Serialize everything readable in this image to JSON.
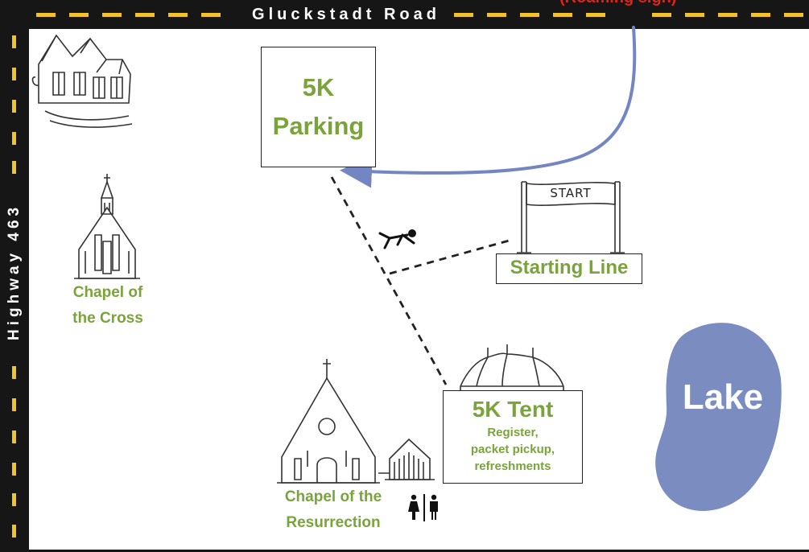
{
  "roads": {
    "top_name": "Gluckstadt Road",
    "left_name": "Highway 463",
    "note": "(Roaming sign)"
  },
  "locations": {
    "parking": "5K\nParking",
    "starting_line": "Starting Line",
    "start_banner": "START",
    "tent_title": "5K Tent",
    "tent_details": "Register,\npacket pickup,\nrefreshments",
    "chapel_cross": "Chapel of\nthe Cross",
    "chapel_resurrection": "Chapel of the\nResurrection",
    "lake": "Lake"
  },
  "colors": {
    "label_green": "#7aa43a",
    "lake_blue": "#7a8cc0",
    "arrow_blue": "#7486c2",
    "road_black": "#161616",
    "road_stripe": "#f2c12e",
    "note_red": "#e32219"
  },
  "icons": {
    "house": "house-icon",
    "chapel_cross": "chapel-icon",
    "chapel_resurrection": "church-icon",
    "shed": "shed-icon",
    "tent": "tent-icon",
    "banner": "start-banner-icon",
    "runner": "runner-icon",
    "restroom": "restroom-icon"
  }
}
